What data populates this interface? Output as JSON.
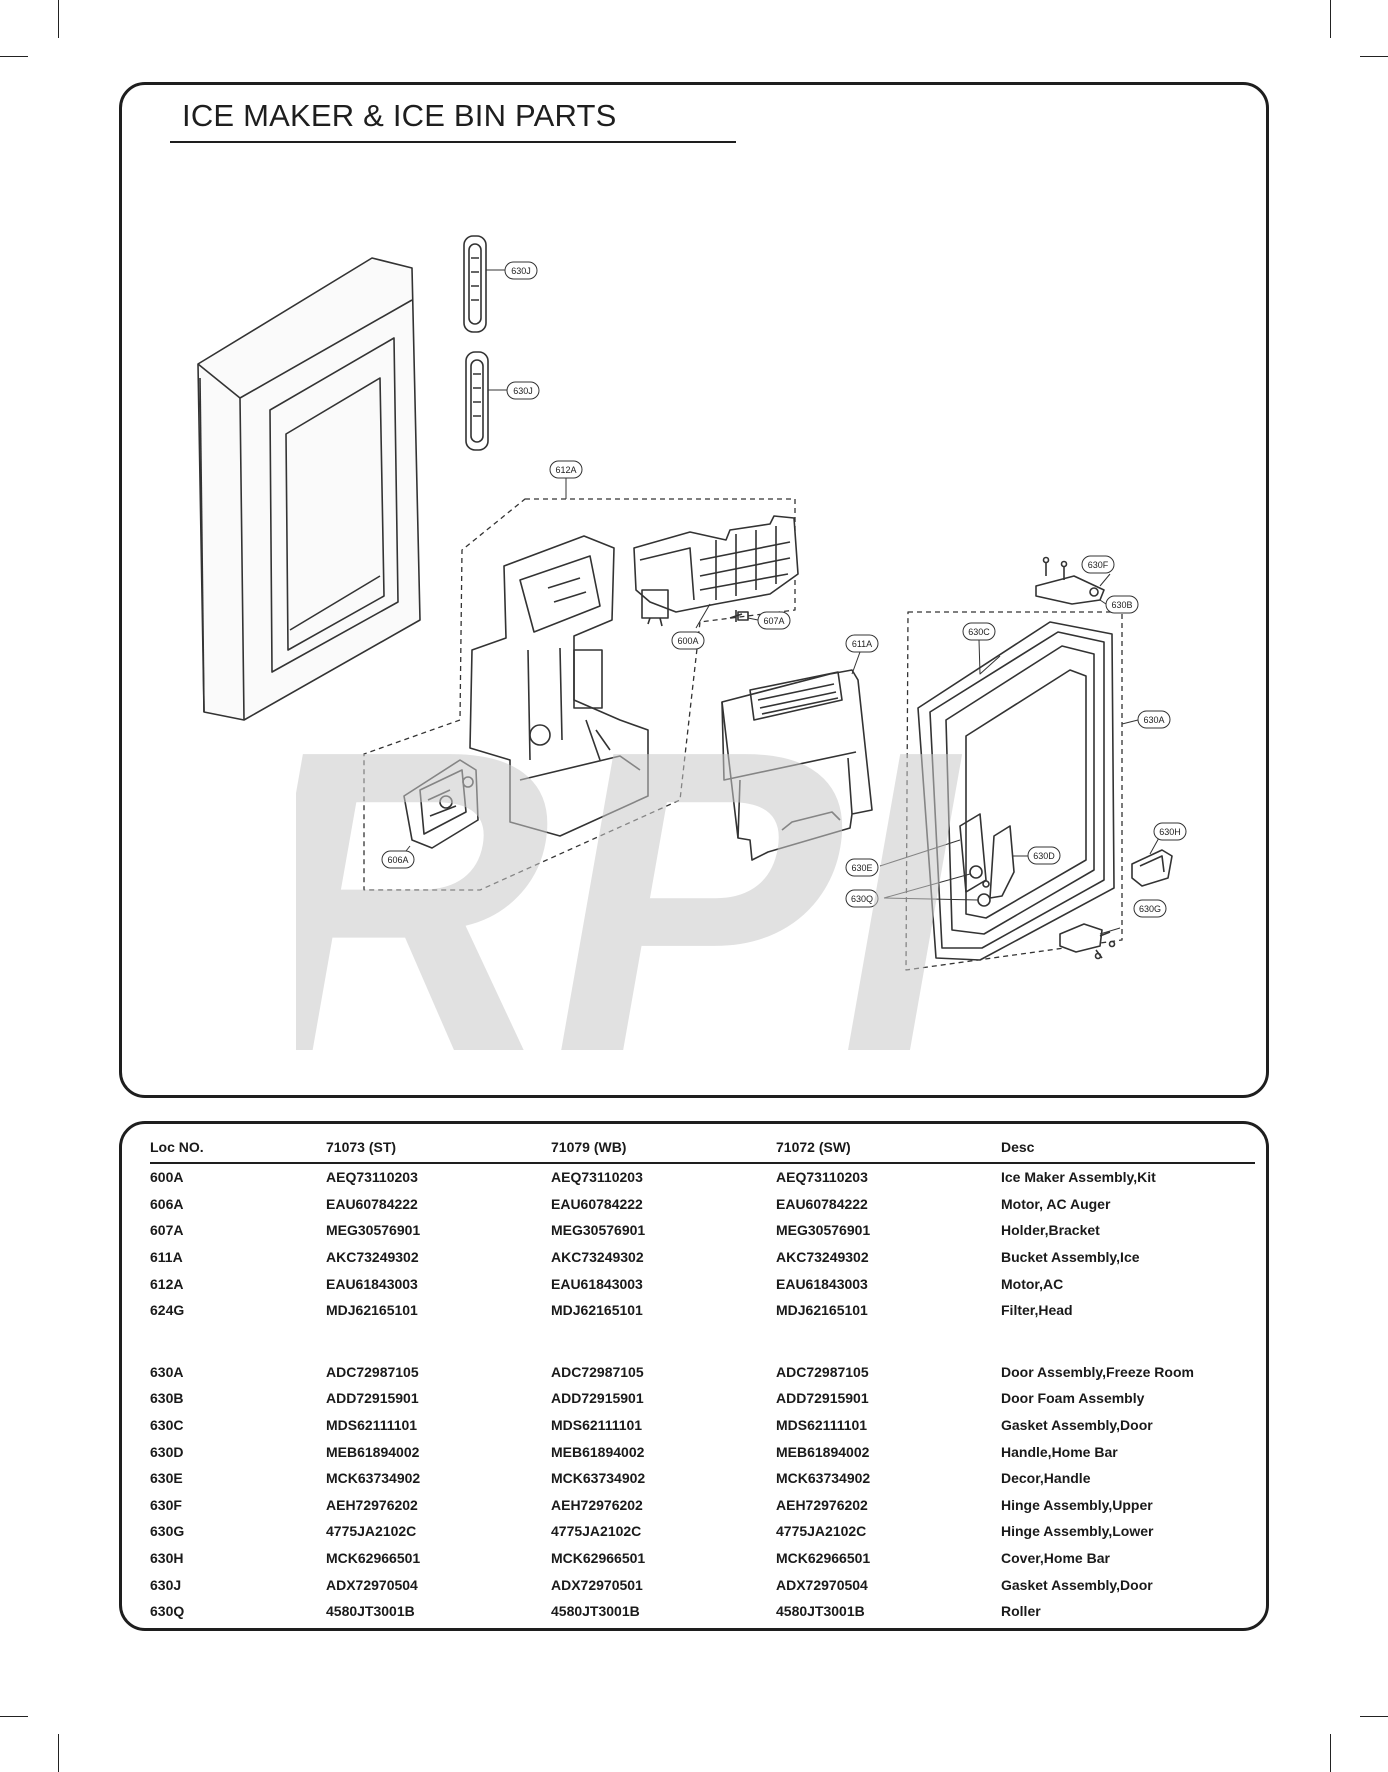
{
  "page": {
    "title": "ICE MAKER & ICE BIN PARTS",
    "watermark": "RPI"
  },
  "diagram": {
    "callouts": [
      "630J",
      "630J",
      "612A",
      "630F",
      "630B",
      "630C",
      "607A",
      "600A",
      "611A",
      "630A",
      "606A",
      "630H",
      "630D",
      "630E",
      "630Q",
      "630G"
    ]
  },
  "parts_table": {
    "headers": [
      "Loc NO.",
      "71073 (ST)",
      "71079 (WB)",
      "71072 (SW)",
      "Desc"
    ],
    "rows": [
      [
        "600A",
        "AEQ73110203",
        "AEQ73110203",
        "AEQ73110203",
        "Ice Maker Assembly,Kit"
      ],
      [
        "606A",
        "EAU60784222",
        "EAU60784222",
        "EAU60784222",
        "Motor, AC Auger"
      ],
      [
        "607A",
        "MEG30576901",
        "MEG30576901",
        "MEG30576901",
        "Holder,Bracket"
      ],
      [
        "611A",
        "AKC73249302",
        "AKC73249302",
        "AKC73249302",
        "Bucket Assembly,Ice"
      ],
      [
        "612A",
        "EAU61843003",
        "EAU61843003",
        "EAU61843003",
        "Motor,AC"
      ],
      [
        "624G",
        "MDJ62165101",
        "MDJ62165101",
        "MDJ62165101",
        "Filter,Head"
      ],
      [
        "",
        "",
        "",
        "",
        ""
      ],
      [
        "630A",
        "ADC72987105",
        "ADC72987105",
        "ADC72987105",
        "Door Assembly,Freeze Room"
      ],
      [
        "630B",
        "ADD72915901",
        "ADD72915901",
        "ADD72915901",
        "Door Foam Assembly"
      ],
      [
        "630C",
        "MDS62111101",
        "MDS62111101",
        "MDS62111101",
        "Gasket Assembly,Door"
      ],
      [
        "630D",
        "MEB61894002",
        "MEB61894002",
        "MEB61894002",
        "Handle,Home Bar"
      ],
      [
        "630E",
        "MCK63734902",
        "MCK63734902",
        "MCK63734902",
        "Decor,Handle"
      ],
      [
        "630F",
        "AEH72976202",
        "AEH72976202",
        "AEH72976202",
        "Hinge Assembly,Upper"
      ],
      [
        "630G",
        "4775JA2102C",
        "4775JA2102C",
        "4775JA2102C",
        "Hinge Assembly,Lower"
      ],
      [
        "630H",
        "MCK62966501",
        "MCK62966501",
        "MCK62966501",
        "Cover,Home Bar"
      ],
      [
        "630J",
        "ADX72970504",
        "ADX72970501",
        "ADX72970504",
        "Gasket Assembly,Door"
      ],
      [
        "630Q",
        "4580JT3001B",
        "4580JT3001B",
        "4580JT3001B",
        "Roller"
      ]
    ]
  }
}
